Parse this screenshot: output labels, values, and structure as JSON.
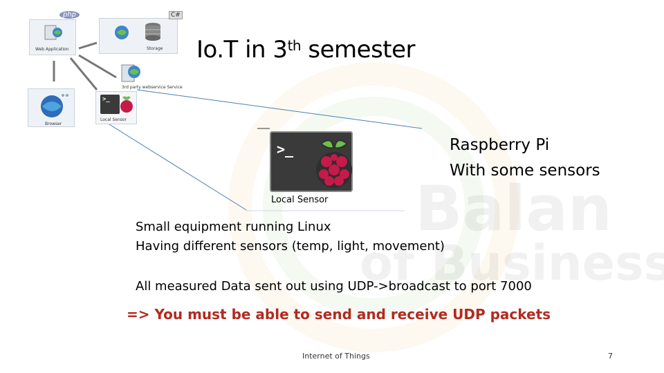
{
  "slide": {
    "title_main": "Io.T in 3",
    "title_sup": "th",
    "title_rest": " semester",
    "pi_line1": "Raspberry Pi",
    "pi_line2": "With some sensors",
    "bullet1": "Small equipment running Linux",
    "bullet2": "Having different sensors (temp, light, movement)",
    "bullet3": "All measured Data sent out using UDP->broadcast to port 7000",
    "emphasis": "=> You must be able to send and receive UDP packets",
    "footer_center": "Internet of Things",
    "page_number": "7"
  },
  "diagram": {
    "php_badge": "php",
    "csharp_badge": "C#",
    "web_app_label": "Web Application",
    "storage_label": "Storage",
    "third_party_label": "3rd party webservice Service",
    "browser_label": "Browser",
    "local_sensor_small_label": "Local Sensor",
    "prompt_small": ">_"
  },
  "zoom": {
    "prompt": ">_",
    "label": "Local Sensor"
  },
  "colors": {
    "emphasis_red": "#b22a1f",
    "connector_blue": "#4a7fb0",
    "raspberry_red": "#c51a4a",
    "leaf_green": "#6cc04a"
  }
}
